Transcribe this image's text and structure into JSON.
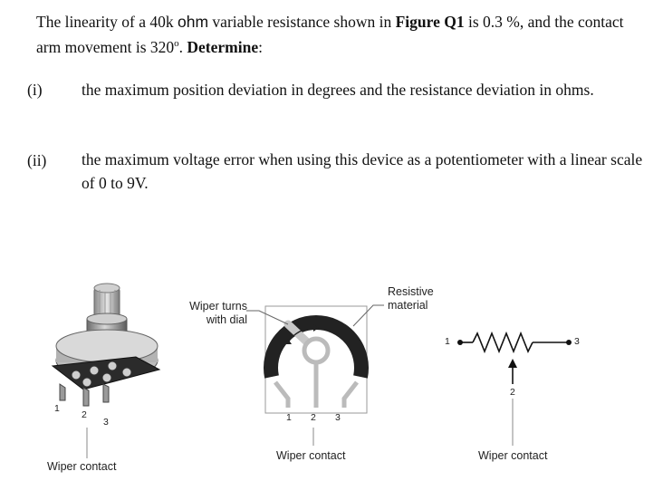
{
  "intro": {
    "part1": "The linearity of a 40k ",
    "unit": "ohm",
    "part2": "  variable resistance shown in ",
    "figure_ref": "Figure Q1",
    "part3": " is 0.3 %, and the contact arm movement is 320",
    "degree": "o",
    "part4": ". ",
    "determine": "Determine",
    "part5": ":"
  },
  "questions": [
    {
      "number": "(i)",
      "text": "the maximum position deviation in degrees and the resistance deviation in ohms."
    },
    {
      "number": "(ii)",
      "text": "the maximum voltage error when using this device as a potentiometer with a linear scale of 0 to 9V."
    }
  ],
  "figure": {
    "left": {
      "pins": [
        "1",
        "2",
        "3"
      ],
      "wiper_label": "Wiper contact"
    },
    "middle": {
      "wiper_turns_label": "Wiper turns with dial",
      "resistive_label": "Resistive material",
      "pins": [
        "1",
        "2",
        "3"
      ],
      "wiper_label": "Wiper contact"
    },
    "right": {
      "pin_left": "1",
      "pin_right": "3",
      "pin_wiper": "2",
      "wiper_label": "Wiper contact"
    }
  }
}
